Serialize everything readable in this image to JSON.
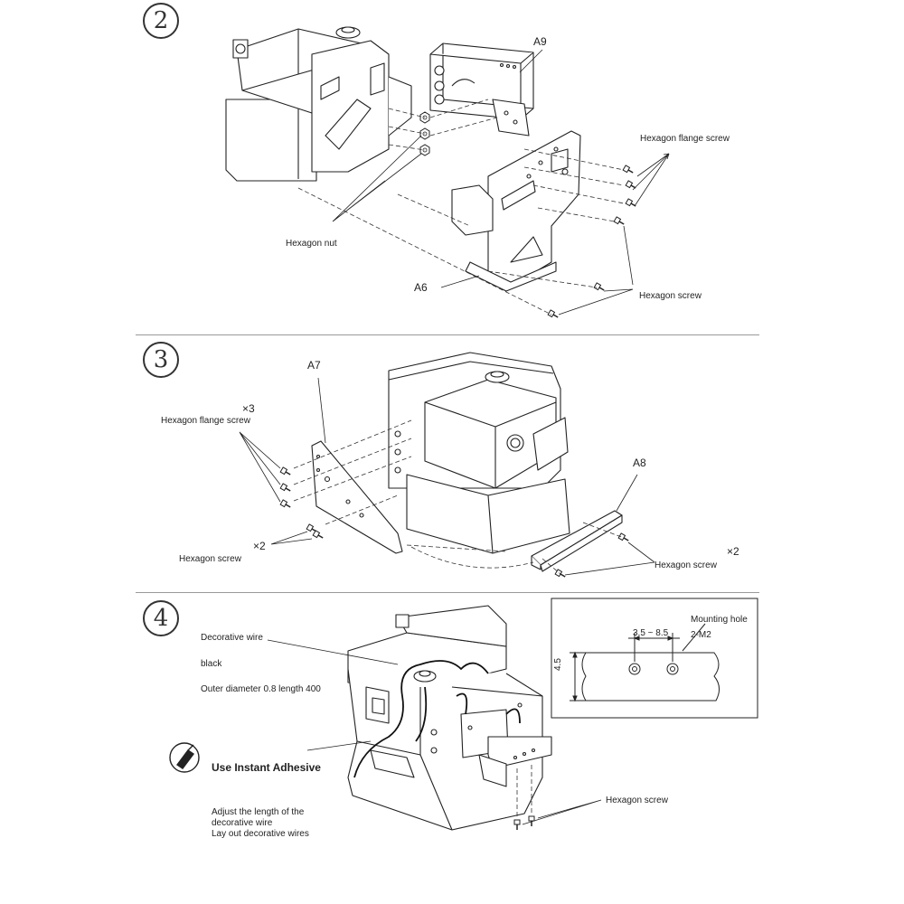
{
  "steps": [
    {
      "number": "2",
      "labels": {
        "a9": "A9",
        "flange_screw": "Hexagon flange screw",
        "hex_nut": "Hexagon nut",
        "a6": "A6",
        "hex_screw": "Hexagon screw"
      }
    },
    {
      "number": "3",
      "labels": {
        "a7": "A7",
        "x3": "×3",
        "flange_screw": "Hexagon flange screw",
        "x2_left": "×2",
        "hex_screw_left": "Hexagon screw",
        "a8": "A8",
        "hex_screw_right": "Hexagon screw",
        "x2_right": "×2"
      }
    },
    {
      "number": "4",
      "labels": {
        "decorative_wire": "Decorative wire",
        "black": "black",
        "outer_diameter": "Outer diameter 0.8 length 400",
        "adhesive": "Use Instant Adhesive",
        "adjust_1": "Adjust the length of the",
        "adjust_2": "decorative wire",
        "lay_out": "Lay out decorative wires",
        "hex_screw": "Hexagon screw"
      },
      "inset": {
        "mounting_hole": "Mounting hole",
        "spacing": "3.5 ~ 8.5",
        "thread": "2-M2",
        "height": "4.5"
      }
    }
  ],
  "icons": [
    "adhesive-bottle-icon"
  ]
}
